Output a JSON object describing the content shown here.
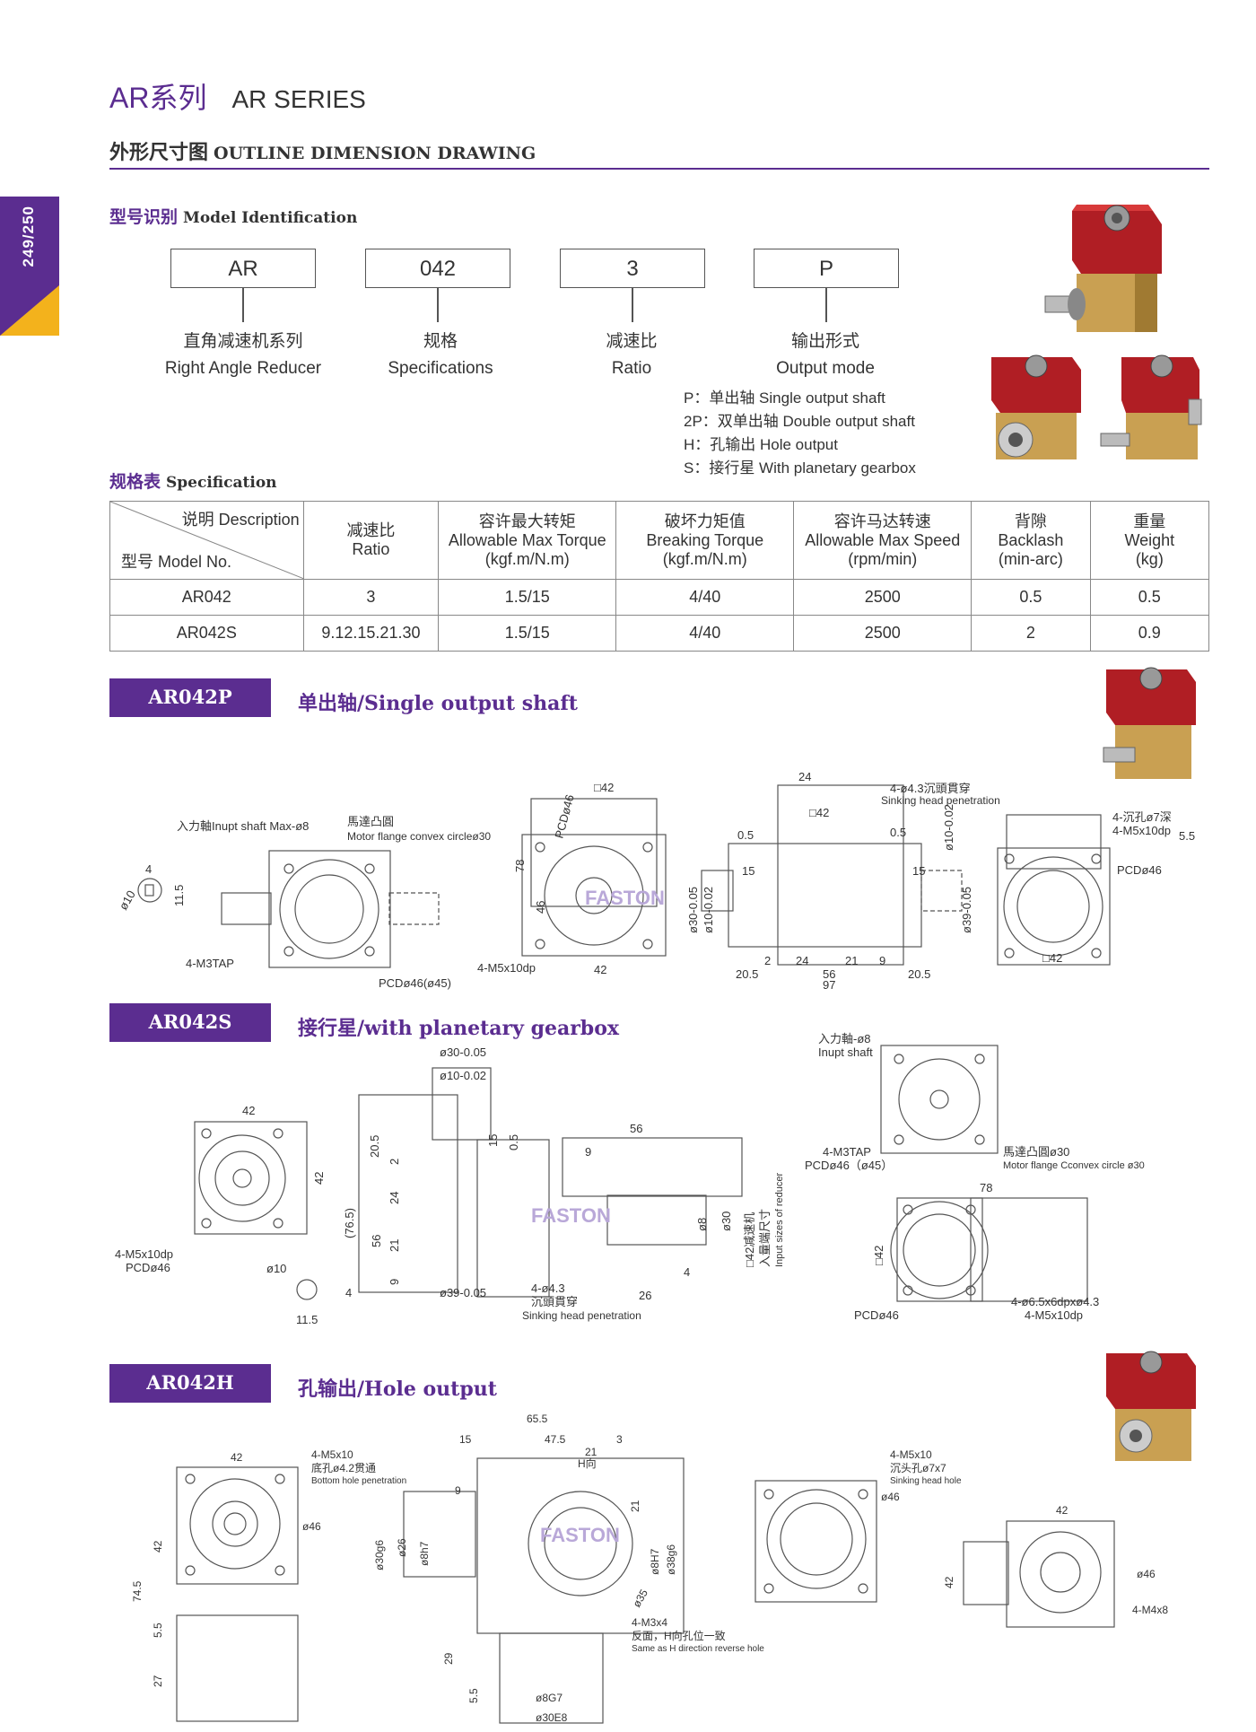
{
  "page_number": "249/250",
  "series": {
    "cn": "AR系列",
    "en": "AR SERIES"
  },
  "outline": {
    "cn": "外形尺寸图",
    "en": "OUTLINE DIMENSION DRAWING"
  },
  "model_id": {
    "title_cn": "型号识别",
    "title_en": "Model Identification",
    "codes": [
      {
        "code": "AR",
        "label_cn": "直角减速机系列",
        "label_en": "Right Angle Reducer"
      },
      {
        "code": "042",
        "label_cn": "规格",
        "label_en": "Specifications"
      },
      {
        "code": "3",
        "label_cn": "减速比",
        "label_en": "Ratio"
      },
      {
        "code": "P",
        "label_cn": "输出形式",
        "label_en": "Output mode"
      }
    ],
    "modes": [
      "P：单出轴 Single output shaft",
      "2P：双单出轴 Double output shaft",
      "H：孔输出 Hole output",
      "S：接行星 With planetary gearbox"
    ]
  },
  "spec": {
    "title_cn": "规格表",
    "title_en": "Specification",
    "header_desc": "说明 Description",
    "header_model": "型号 Model No.",
    "columns": [
      {
        "cn": "减速比",
        "en": "Ratio",
        "unit": ""
      },
      {
        "cn": "容许最大转矩",
        "en": "Allowable Max Torque",
        "unit": "(kgf.m/N.m)"
      },
      {
        "cn": "破坏力矩值",
        "en": "Breaking Torque",
        "unit": "(kgf.m/N.m)"
      },
      {
        "cn": "容许马达转速",
        "en": "Allowable Max Speed",
        "unit": "(rpm/min)"
      },
      {
        "cn": "背隙",
        "en": "Backlash",
        "unit": "(min-arc)"
      },
      {
        "cn": "重量",
        "en": "Weight",
        "unit": "(kg)"
      }
    ],
    "rows": [
      [
        "AR042",
        "3",
        "1.5/15",
        "4/40",
        "2500",
        "0.5",
        "0.5"
      ],
      [
        "AR042S",
        "9.12.15.21.30",
        "1.5/15",
        "4/40",
        "2500",
        "2",
        "0.9"
      ]
    ]
  },
  "sections": [
    {
      "code": "AR042P",
      "title": "单出轴/Single output shaft"
    },
    {
      "code": "AR042S",
      "title": "接行星/with planetary gearbox"
    },
    {
      "code": "AR042H",
      "title": "孔输出/Hole output"
    }
  ],
  "watermark": "FASTON",
  "drawing_p": {
    "input_shaft": "入力軸Inupt shaft Max-ø8",
    "motor_flange_cn": "馬達凸圓",
    "motor_flange_en": "Motor flange convex circleø30",
    "tap": "4-M3TAP",
    "pcd": "PCDø46(ø45)",
    "m5": "4-M5x10dp",
    "pcd46": "PCDø46",
    "sq42": "□42",
    "d78": "78",
    "d46": "46",
    "d42": "42",
    "d4": "4",
    "d11_5": "11.5",
    "d10": "ø10",
    "d24": "24",
    "hole43": "4-ø4.3沉頭貫穿",
    "sinking": "Sinking head penetration",
    "d0_5a": "0.5",
    "d0_5b": "0.5",
    "d15a": "15",
    "d15b": "15",
    "d10tol": "ø10-0.02",
    "d30tol": "ø30-0.05",
    "d10tol2": "ø10-0.02",
    "d39tol": "ø39-0.05",
    "d2": "2",
    "d24b": "24",
    "d21": "21",
    "d9": "9",
    "d20_5a": "20.5",
    "d56": "56",
    "d20_5b": "20.5",
    "d97": "97",
    "counter": "4-沉孔ø7深",
    "m5b": "4-M5x10dp",
    "d5_5": "5.5",
    "pcd46b": "PCDø46",
    "sq42b": "□42"
  },
  "drawing_s": {
    "d42": "42",
    "d42v": "42",
    "m5": "4-M5x10dp",
    "pcd": "PCDø46",
    "d10": "ø10",
    "d11_5": "11.5",
    "d4": "4",
    "d30": "ø30-0.05",
    "d10b": "ø10-0.02",
    "d20_5": "20.5",
    "d76_5": "(76.5)",
    "d2": "2",
    "d24": "24",
    "d21": "21",
    "d9": "9",
    "d56v": "56",
    "d15": "15",
    "d0_5": "0.5",
    "d39": "ø39-0.05",
    "hole": "4-ø4.3",
    "sink_cn": "沉頭貫穿",
    "sink_en": "Sinking head penetration",
    "d56": "56",
    "d9b": "9",
    "d26": "26",
    "d4b": "4",
    "d8": "ø8",
    "d30b": "ø30",
    "input_cn": "□42减速机",
    "input_cn2": "入量端尺寸",
    "input_en": "Input sizes of reducer",
    "shaft_cn": "入力軸-ø8",
    "shaft_en": "Inupt shaft",
    "tap": "4-M3TAP",
    "pcd2": "PCDø46（ø45）",
    "flange_cn": "馬達凸圓ø30",
    "flange_en": "Motor flange Cconvex circle ø30",
    "d78": "78",
    "sq42": "□42",
    "pcd3": "PCDø46",
    "holes": "4-ø6.5x6dpxø4.3",
    "m5b": "4-M5x10dp"
  },
  "drawing_h": {
    "d42": "42",
    "m5": "4-M5x10",
    "bottom_cn": "底孔ø4.2贯通",
    "bottom_en": "Bottom hole penetration",
    "d46": "ø46",
    "d74_5": "74.5",
    "d42v": "42",
    "d5_5": "5.5",
    "d27": "27",
    "d65_5": "65.5",
    "d15": "15",
    "d47_5": "47.5",
    "d3": "3",
    "d21": "21",
    "h": "H向",
    "d9": "9",
    "d30g6": "ø30g6",
    "d26": "ø26",
    "d8h7": "ø8h7",
    "d21v": "21",
    "d8H7": "ø8H7",
    "d38g6": "ø38g6",
    "d35": "ø35",
    "m3": "4-M3x4",
    "reverse_cn": "反面，H向孔位一致",
    "reverse_en": "Same as H direction reverse hole",
    "d29": "29",
    "d5_5b": "5.5",
    "d8G7": "ø8G7",
    "d30E8": "ø30E8",
    "m5b": "4-M5x10",
    "counter_cn": "沉头孔ø7x7",
    "counter_en": "Sinking head hole",
    "d46b": "ø46",
    "d42c": "42",
    "d42cv": "42",
    "d46c": "ø46",
    "m4": "4-M4x8"
  }
}
